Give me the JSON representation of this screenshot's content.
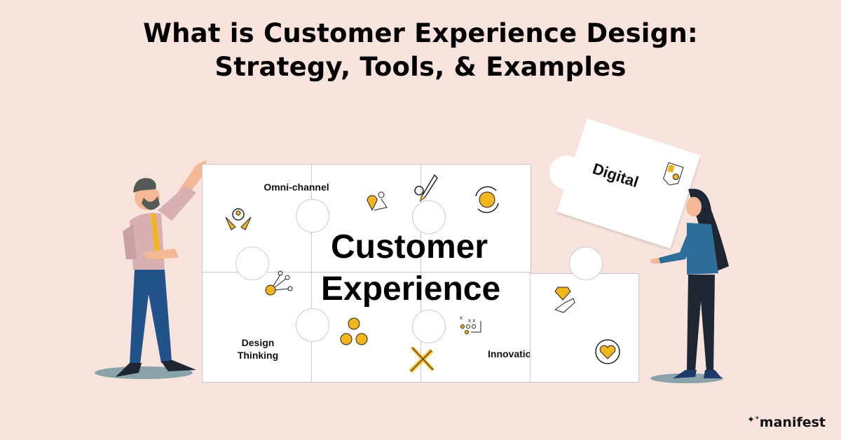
{
  "title": {
    "line1": "What is Customer Experience Design:",
    "line2": "Strategy, Tools, & Examples"
  },
  "puzzle": {
    "center_line1": "Customer",
    "center_line2": "Experience",
    "labels": {
      "omni": "Omni-channel",
      "design1": "Design",
      "design2": "Thinking",
      "innovation": "Innovation",
      "digital": "Digital"
    }
  },
  "colors": {
    "background": "#f9e4dd",
    "accent": "#f2b51d",
    "man_shirt": "#d8b0b4",
    "man_pants": "#21538a",
    "woman_top": "#2d6d9a",
    "dark": "#1d2632"
  },
  "brand": {
    "name": "manifest",
    "icon": "sparkle-icon"
  }
}
